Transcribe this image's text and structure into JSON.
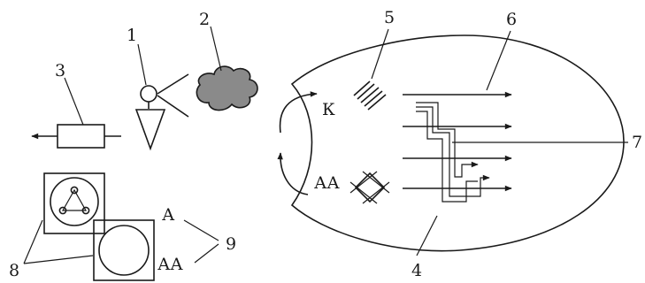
{
  "figure": {
    "callouts": [
      "1",
      "2",
      "3",
      "4",
      "5",
      "6",
      "7",
      "8",
      "9"
    ],
    "text_labels": {
      "k": "К",
      "aa_left": "АА",
      "a": "А",
      "aa_bottom": "АА"
    }
  },
  "colors": {
    "ink": "#1a1a1a",
    "cloud_fill": "#8a8a8a",
    "background": "#ffffff"
  }
}
